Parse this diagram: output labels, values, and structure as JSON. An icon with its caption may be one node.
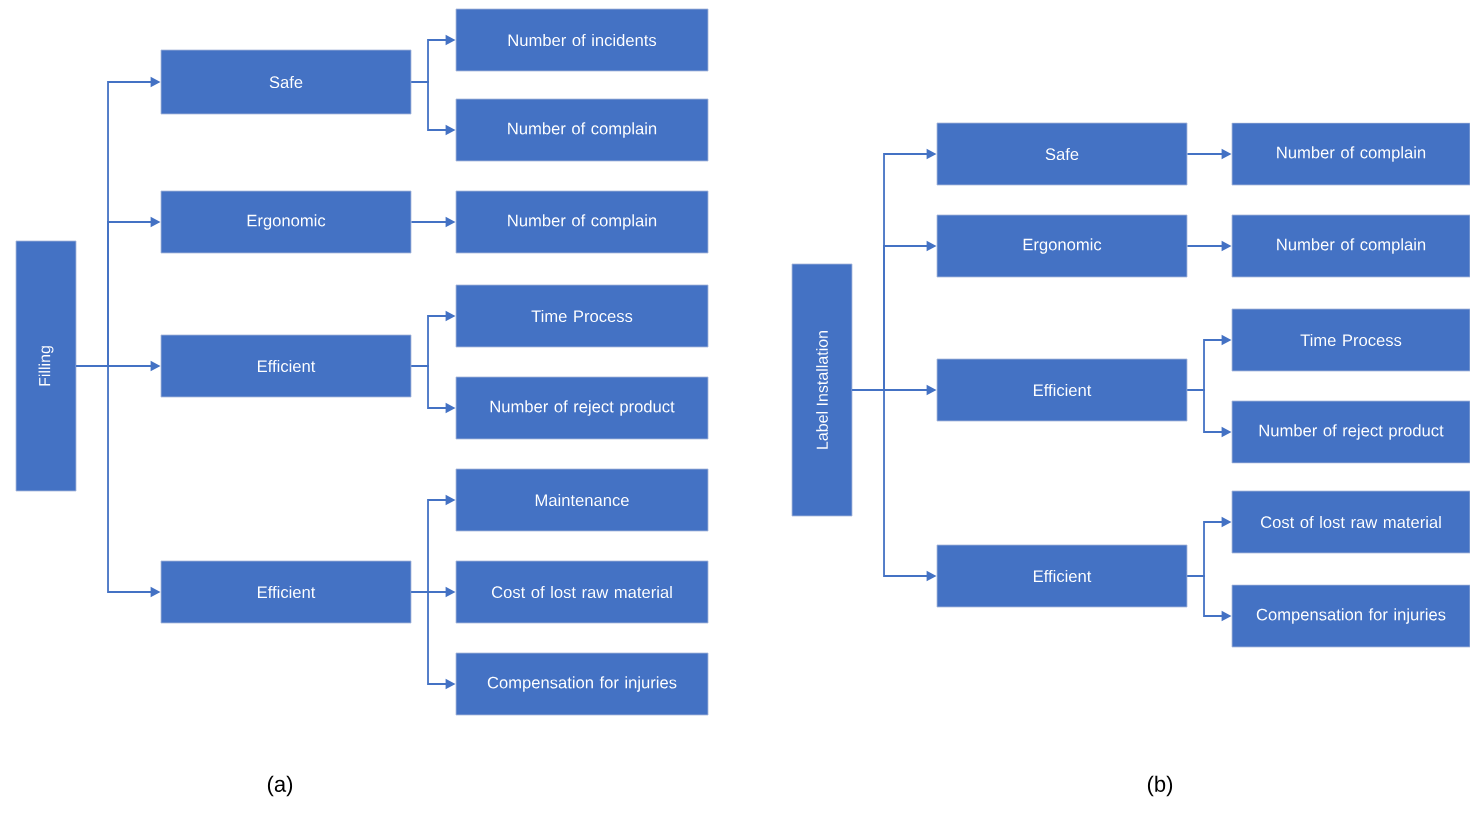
{
  "diagram": {
    "nodes": [
      {
        "text": [
          "Filling"
        ]
      },
      {
        "text": [
          "Safe"
        ]
      },
      {
        "text": [
          "Number of incidents"
        ]
      },
      {
        "text": [
          "Number of complain"
        ]
      },
      {
        "text": [
          "Ergonomic"
        ]
      },
      {
        "text": [
          "Number of complain"
        ]
      },
      {
        "text": [
          "Efficient"
        ]
      },
      {
        "text": [
          "Time Process"
        ]
      },
      {
        "text": [
          "Number of reject product"
        ]
      },
      {
        "text": [
          "Efficient"
        ]
      },
      {
        "text": [
          "Maintenance"
        ]
      },
      {
        "text": [
          "Cost of lost raw material"
        ]
      },
      {
        "text": [
          "Compensation for injuries"
        ]
      },
      {
        "text": [
          "Label Installation"
        ]
      },
      {
        "text": [
          "Safe"
        ]
      },
      {
        "text": [
          "Number of complain"
        ]
      },
      {
        "text": [
          "Ergonomic"
        ]
      },
      {
        "text": [
          "Number of complain"
        ]
      },
      {
        "text": [
          "Efficient"
        ]
      },
      {
        "text": [
          "Time Process"
        ]
      },
      {
        "text": [
          "Number of reject product"
        ]
      },
      {
        "text": [
          "Efficient"
        ]
      },
      {
        "text": [
          "Cost of lost raw material"
        ]
      },
      {
        "text": [
          "Compensation for injuries"
        ]
      }
    ],
    "edges": [
      {
        "from": 0,
        "to": 1,
        "arrow": "to"
      },
      {
        "from": 0,
        "to": 4,
        "arrow": "to"
      },
      {
        "from": 0,
        "to": 6,
        "arrow": "to"
      },
      {
        "from": 0,
        "to": 9,
        "arrow": "to"
      },
      {
        "from": 1,
        "to": 2,
        "arrow": "to"
      },
      {
        "from": 1,
        "to": 3,
        "arrow": "to"
      },
      {
        "from": 4,
        "to": 5,
        "arrow": "to"
      },
      {
        "from": 6,
        "to": 7,
        "arrow": "to"
      },
      {
        "from": 6,
        "to": 8,
        "arrow": "to"
      },
      {
        "from": 9,
        "to": 10,
        "arrow": "to"
      },
      {
        "from": 9,
        "to": 11,
        "arrow": "to"
      },
      {
        "from": 9,
        "to": 12,
        "arrow": "to"
      },
      {
        "from": 13,
        "to": 14,
        "arrow": "to"
      },
      {
        "from": 13,
        "to": 16,
        "arrow": "to"
      },
      {
        "from": 13,
        "to": 18,
        "arrow": "to"
      },
      {
        "from": 13,
        "to": 21,
        "arrow": "to"
      },
      {
        "from": 14,
        "to": 15,
        "arrow": "to"
      },
      {
        "from": 16,
        "to": 17,
        "arrow": "to"
      },
      {
        "from": 18,
        "to": 19,
        "arrow": "to"
      },
      {
        "from": 18,
        "to": 20,
        "arrow": "to"
      },
      {
        "from": 21,
        "to": 22,
        "arrow": "to"
      },
      {
        "from": 21,
        "to": 23,
        "arrow": "to"
      }
    ],
    "labels": [
      "(a)",
      "(b)"
    ]
  }
}
